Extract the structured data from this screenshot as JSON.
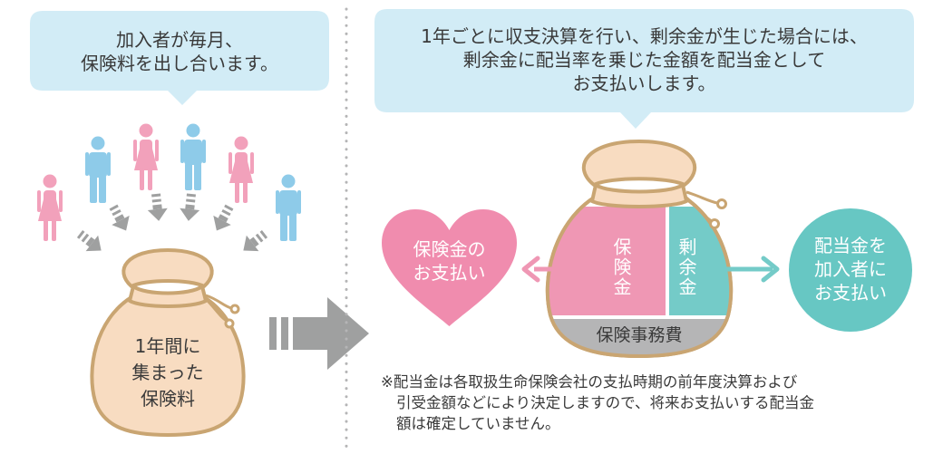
{
  "left_bubble": {
    "lines": [
      "加入者が毎月、",
      "保険料を出し合います。"
    ]
  },
  "left_bag": {
    "lines": [
      "1年間に",
      "集まった",
      "保険料"
    ]
  },
  "right_bubble": {
    "lines": [
      "1年ごとに収支決算を行い、剰余金が生じた場合には、",
      "剰余金に配当率を乗じた金額を配当金として",
      "お支払いします。"
    ]
  },
  "right_bag": {
    "insurance_money": "保険金",
    "surplus": "剰余金",
    "expenses": "保険事務費"
  },
  "heart": {
    "lines": [
      "保険金の",
      "お支払い"
    ]
  },
  "dividend_circle": {
    "lines": [
      "配当金を",
      "加入者に",
      "お支払い"
    ]
  },
  "note": {
    "lines": [
      "※配当金は各取扱生命保険会社の支払時期の前年度決算および",
      "引受金額などにより決定しますので、将来お支払いする配当金",
      "額は確定していません。"
    ]
  },
  "colors": {
    "bubble": "#d2ecf6",
    "male": "#8ecbe9",
    "female": "#f2a1bb",
    "bag_fill": "#f8dcc1",
    "bag_stroke": "#c9a572",
    "pink": "#ef97b4",
    "teal": "#74cbc8",
    "gray": "#b5b5b6",
    "heart": "#f08cae",
    "circle": "#67c7c3"
  }
}
